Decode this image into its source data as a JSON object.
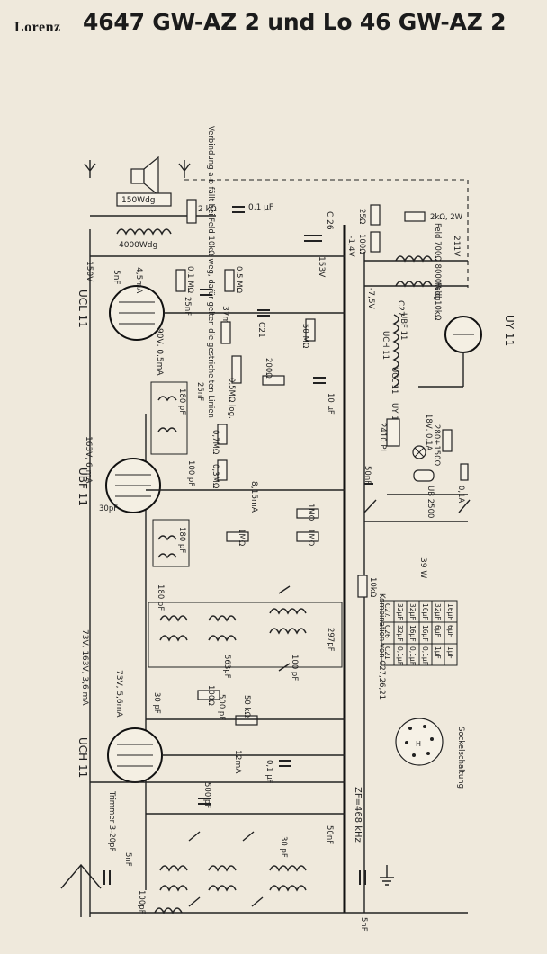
{
  "header": {
    "brand": "Lorenz",
    "title": "4647 GW-AZ 2 und Lo 46 GW-AZ 2"
  },
  "tubes": {
    "ucl11": "UCL 11",
    "ubf11": "UBF 11",
    "uch11": "UCH 11",
    "uy11": "UY 11"
  },
  "annotations": {
    "connection_note": "Verbindung a-b fällt bei Feld 10kΩ weg, dafür gelten die gestrichelten Linien",
    "if_freq": "ZF=468 kHz",
    "trimmer": "Trimmer 3-20pF",
    "base_diagram": "Sockelschaltung",
    "combination": "Kombination von C27,26,21",
    "power": "39 W"
  },
  "voltages": {
    "v150": "150V",
    "v90": "90V, 0,5mA",
    "v163_6": "163V, 6 mA",
    "v8_15": "8,15mA",
    "v73_3_6": "73V, 163V, 3,6 mA",
    "v73_5_6": "73V, 5,6mA",
    "v12": "12mA",
    "v37": "37mA",
    "v4_5": "4,5mA",
    "v153": "153V",
    "v211": "211V",
    "v_1_4": "-1,4V",
    "v_7_5": "-7,5V"
  },
  "components": {
    "r150": "150Wdg",
    "r4000": "4000Wdg",
    "r2k": "2 kΩ",
    "c01uf": "0,1 µF",
    "c5nf": "5nF",
    "r01m": "0,1 MΩ",
    "r05m": "0,5 MΩ",
    "c25nf": "25nF",
    "c21": "C21",
    "r50m": "50 MΩ",
    "r200": "200Ω",
    "r05mlog": "0,5MΩ log.",
    "c10uf": "10 µF",
    "c26": "C 26",
    "r25": "25Ω",
    "r100": "100Ω",
    "r2k2w": "2kΩ, 2W",
    "feld700": "Feld 700Ω 8000Wdg",
    "feld10k": "Feld 10kΩ",
    "c27": "C27",
    "c180": "180 pF",
    "r07m": "0,7MΩ",
    "r03m": "0,3MΩ",
    "c100": "100 pF",
    "c30pf": "30pF",
    "c50nf": "50nF",
    "r1m": "1MΩ",
    "pl2410": "2410 PL",
    "lamp": "18V, 0,1A",
    "r280": "280+150Ω",
    "ub2500": "UB 2500",
    "fuse": "0,1A",
    "r10k": "10kΩ",
    "c563": "563pF",
    "c297": "297pF",
    "c500": "500 pF",
    "r50k": "50 kΩ",
    "c30": "30 pF",
    "c5nf_b": "5nF",
    "c100pf_b": "100pF"
  },
  "heater_chain": [
    "UCH 11",
    "UCL 11",
    "UBF 11",
    "UY 11"
  ],
  "cap_table": {
    "columns": [
      "C27",
      "C26",
      "C21"
    ],
    "rows": [
      [
        "32µF",
        "32µF",
        "0,1µF"
      ],
      [
        "32µF",
        "16µF",
        "0,1µF"
      ],
      [
        "16µF",
        "16µF",
        "0,1µF"
      ],
      [
        "32µF",
        "6µF",
        "1µF"
      ],
      [
        "16µF",
        "6µF",
        "1µF"
      ]
    ]
  },
  "colors": {
    "paper": "#efe9dc",
    "ink": "#1b1b1b"
  }
}
